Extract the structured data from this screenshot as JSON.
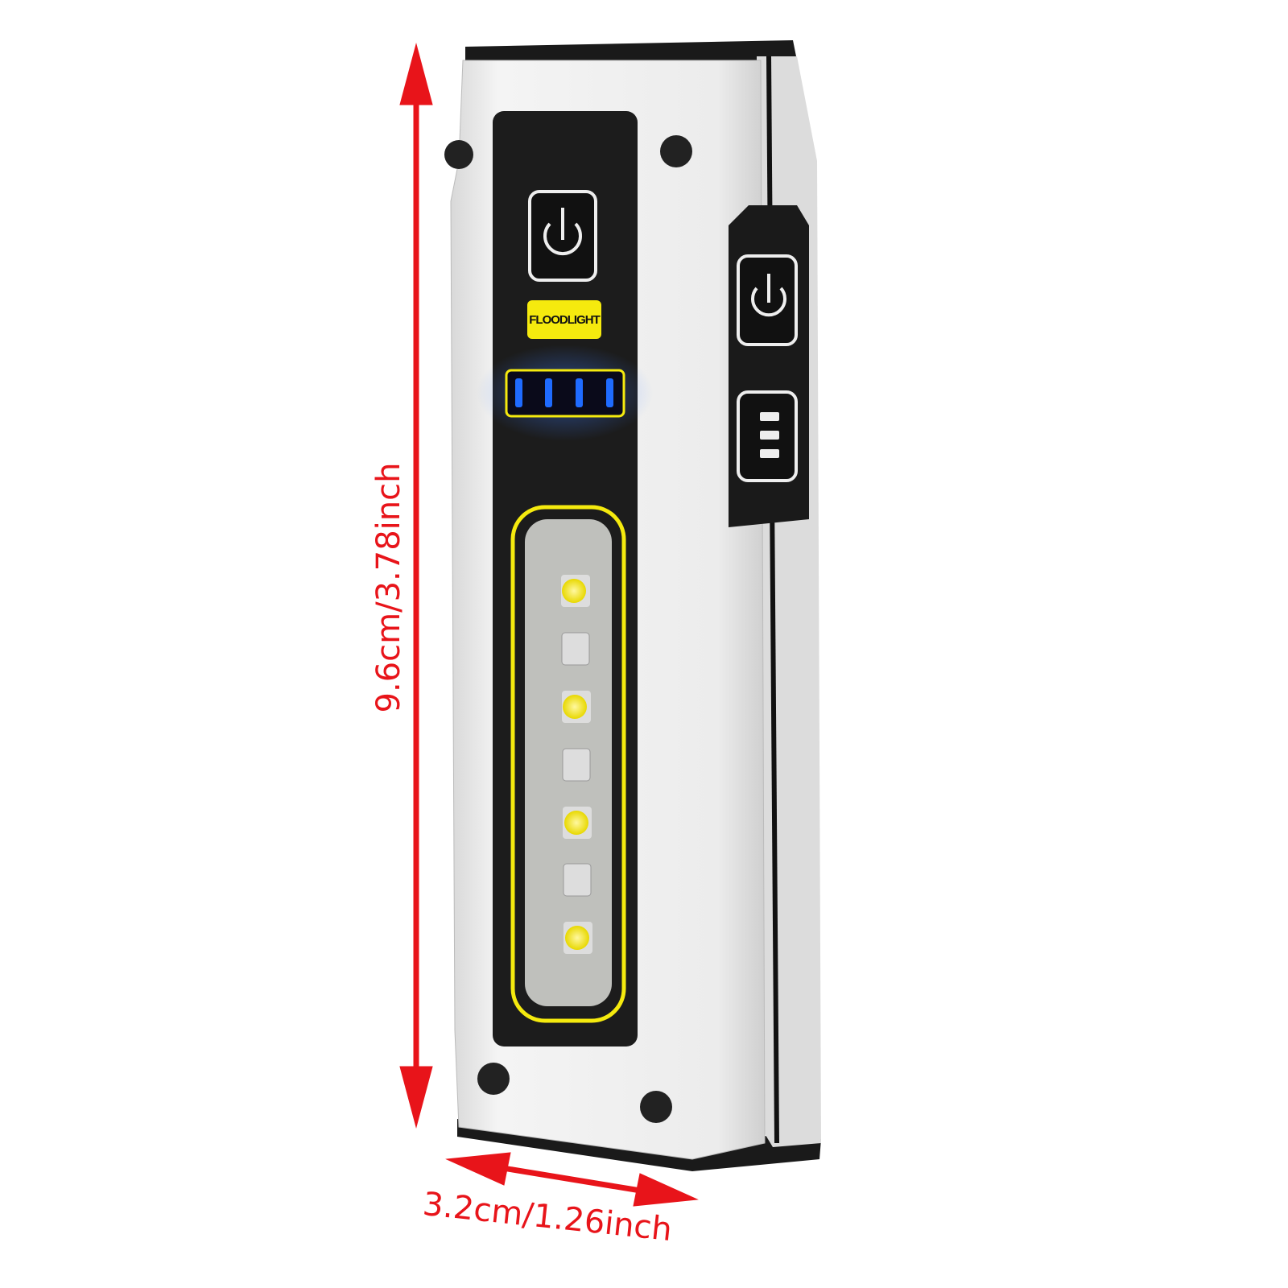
{
  "product": {
    "mode_label": "FLOODLIGHT",
    "battery_level_bars": 4,
    "battery_total_bars": 4,
    "led_count": 7
  },
  "dimensions": {
    "height_label": "9.6cm/3.78inch",
    "width_label": "3.2cm/1.26inch"
  },
  "colors": {
    "dimension_red": "#e8141a",
    "label_yellow": "#f5ea0e",
    "battery_blue": "#1f6bff",
    "body_white": "#e9e9e9"
  }
}
